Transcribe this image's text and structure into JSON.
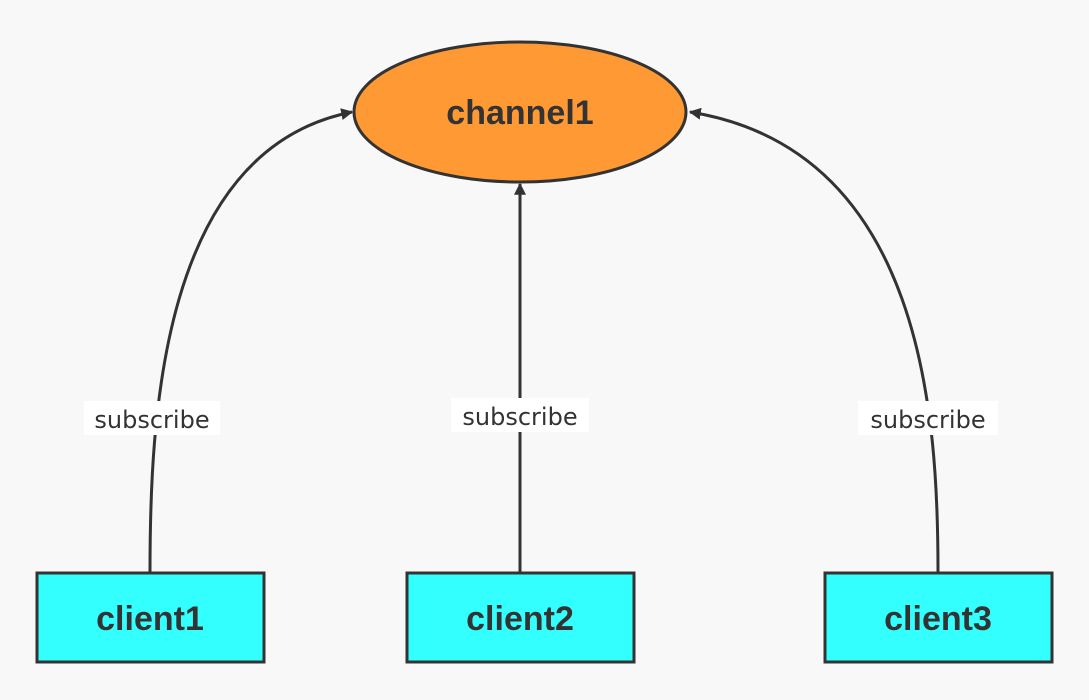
{
  "colors": {
    "background": "#f8f8f8",
    "channel_fill": "#ff9933",
    "client_fill": "#33ffff",
    "stroke": "#333333",
    "label_background": "#ffffff"
  },
  "nodes": {
    "channel": {
      "label": "channel1"
    },
    "clients": [
      {
        "label": "client1"
      },
      {
        "label": "client2"
      },
      {
        "label": "client3"
      }
    ]
  },
  "edges": [
    {
      "from": "client1",
      "to": "channel1",
      "label": "subscribe"
    },
    {
      "from": "client2",
      "to": "channel1",
      "label": "subscribe"
    },
    {
      "from": "client3",
      "to": "channel1",
      "label": "subscribe"
    }
  ]
}
